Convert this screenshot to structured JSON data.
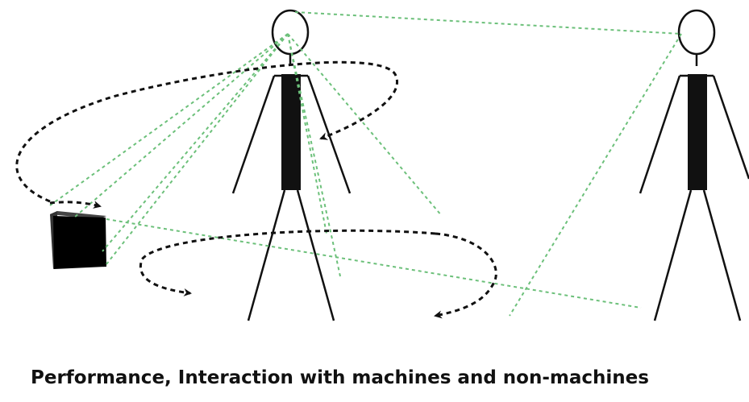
{
  "diagram": {
    "caption": "Performance, Interaction with machines and non-machines",
    "nodes": [
      {
        "id": "figure-left",
        "shape": "stick-figure"
      },
      {
        "id": "figure-right",
        "shape": "stick-figure"
      },
      {
        "id": "machine-box",
        "shape": "cube"
      }
    ],
    "connections": [
      {
        "style": "green-dashed",
        "meaning": "sightline"
      },
      {
        "style": "black-dashed-arrow",
        "meaning": "movement"
      }
    ]
  },
  "colors": {
    "sightline": "#6cc07a",
    "movement": "#111111",
    "figure": "#111111",
    "background": "#ffffff"
  }
}
